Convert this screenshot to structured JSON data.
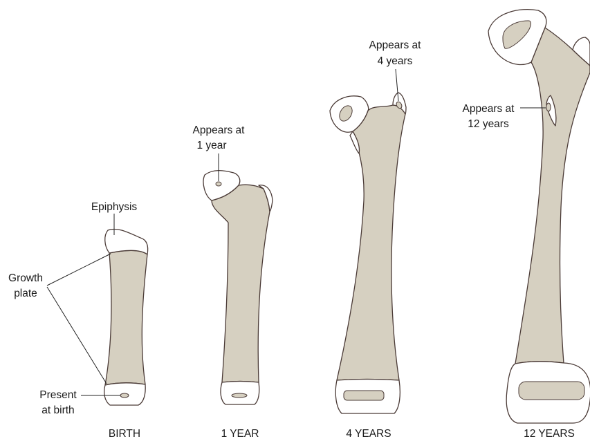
{
  "labels": {
    "epiphysis": "Epiphysis",
    "growth_plate_1": "Growth",
    "growth_plate_2": "plate",
    "present_at_birth_1": "Present",
    "present_at_birth_2": "at birth",
    "appears_1yr_1": "Appears at",
    "appears_1yr_2": "1 year",
    "appears_4yr_1": "Appears at",
    "appears_4yr_2": "4 years",
    "appears_12yr_1": "Appears at",
    "appears_12yr_2": "12 years"
  },
  "stages": [
    {
      "label": "BIRTH"
    },
    {
      "label": "1 YEAR"
    },
    {
      "label": "4 YEARS"
    },
    {
      "label": "12 YEARS"
    }
  ],
  "colors": {
    "bone": "#d6d0c1",
    "outline": "#4a3a36",
    "cartilage": "#ffffff",
    "text": "#1a1a1a"
  }
}
